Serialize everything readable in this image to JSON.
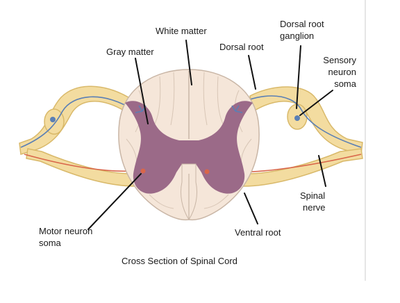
{
  "labels": {
    "white_matter": "White matter",
    "gray_matter": "Gray matter",
    "dorsal_root": "Dorsal root",
    "dorsal_root_ganglion_1": "Dorsal root",
    "dorsal_root_ganglion_2": "ganglion",
    "sensory_1": "Sensory",
    "sensory_2": "neuron",
    "sensory_3": "soma",
    "spinal_nerve_1": "Spinal",
    "spinal_nerve_2": "nerve",
    "motor_1": "Motor neuron",
    "motor_2": "soma",
    "ventral_root": "Ventral root"
  },
  "caption": "Cross Section of Spinal Cord",
  "colors": {
    "white_matter": "#f5e6d9",
    "white_matter_stroke": "#c9b6a6",
    "gray_matter": "#9b6a88",
    "nerve": "#f3dca0",
    "nerve_stroke": "#d9b96a",
    "sensory_fiber": "#5a7fb5",
    "motor_fiber": "#d9664a",
    "divider": "#cccccc"
  }
}
